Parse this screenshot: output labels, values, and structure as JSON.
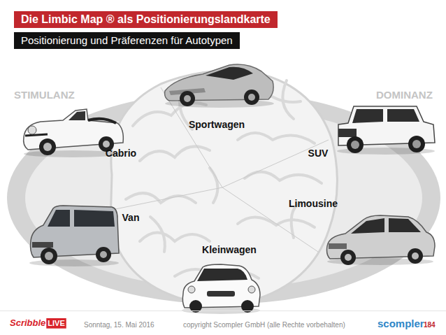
{
  "diagram": {
    "title": "Die Limbic Map ® als Positionierungslandkarte",
    "labels": [
      "Positionierung und Präferenzen für Autotypen",
      "STIMULANZ",
      "DOMINANZ",
      "Sportwagen",
      "Cabrio",
      "SUV",
      "Van",
      "Limousine",
      "Kleinwagen",
      "Scribble",
      "LIVE",
      "Sonntag, 15. Mai 2016",
      "copyright Scompler GmbH (alle Rechte vorbehalten)",
      "scompler",
      "184"
    ]
  }
}
